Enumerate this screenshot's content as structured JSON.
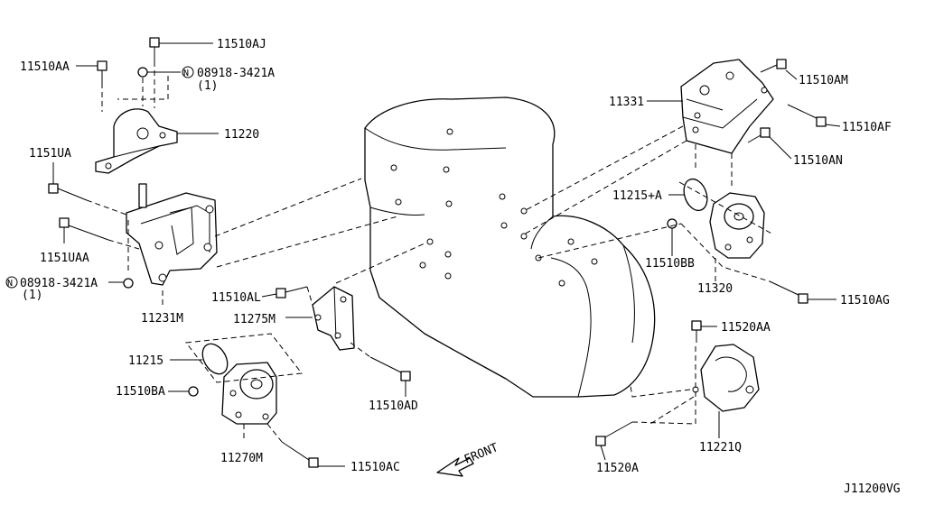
{
  "diagram": {
    "code": "J11200VG",
    "front_label": "FRONT",
    "callouts": {
      "p11510AJ": "11510AJ",
      "p11510AA": "11510AA",
      "nut_top": "08918-3421A",
      "nut_top_qty": "(1)",
      "p11220": "11220",
      "p1151UA": "1151UA",
      "p1151UAA": "1151UAA",
      "nut_bottom": "08918-3421A",
      "nut_bottom_qty": "(1)",
      "p11231M": "11231M",
      "p11510AL": "11510AL",
      "p11275M": "11275M",
      "p11215": "11215",
      "p11510BA": "11510BA",
      "p11270M": "11270M",
      "p11510AC": "11510AC",
      "p11510AD": "11510AD",
      "p11331": "11331",
      "p11510AM": "11510AM",
      "p11510AF": "11510AF",
      "p11510AN": "11510AN",
      "p11215A": "11215+A",
      "p11510BB": "11510BB",
      "p11320": "11320",
      "p11510AG": "11510AG",
      "p11520AA": "11520AA",
      "p11221Q": "11221Q",
      "p11520A": "11520A"
    }
  }
}
